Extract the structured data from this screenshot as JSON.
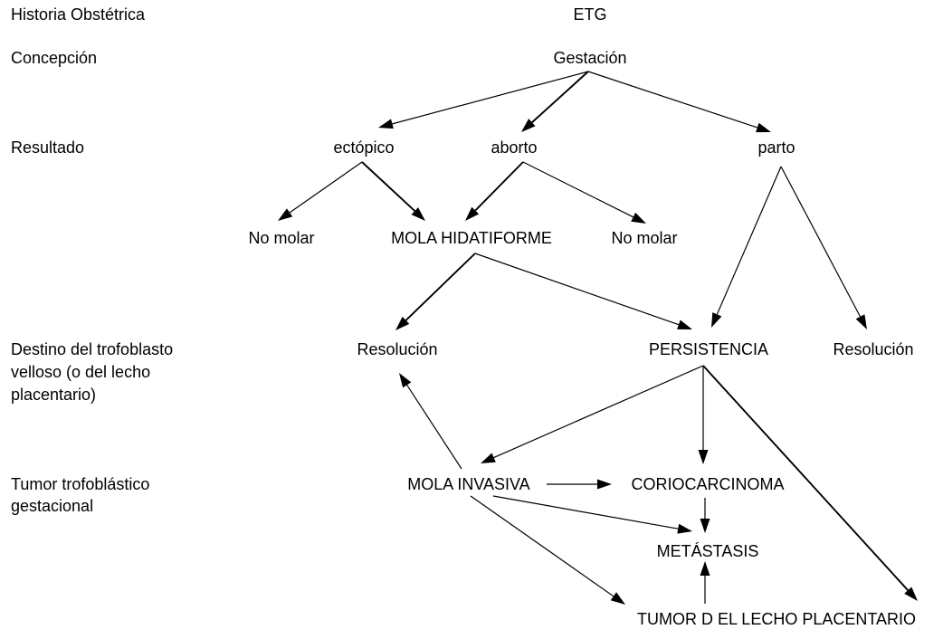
{
  "headers": {
    "left": "Historia Obstétrica",
    "right": "ETG"
  },
  "rows": {
    "concepcion": [
      "Concepción"
    ],
    "resultado": [
      "Resultado"
    ],
    "destino": [
      "Destino del trofoblasto",
      "velloso (o del lecho",
      "placentario)"
    ],
    "tumor": [
      "Tumor trofoblástico",
      "gestacional"
    ]
  },
  "nodes": {
    "gestacion": "Gestación",
    "ectopico": "ectópico",
    "aborto": "aborto",
    "parto": "parto",
    "no_molar_1": "No molar",
    "mola_hidatiforme": "MOLA HIDATIFORME",
    "no_molar_2": "No molar",
    "resolucion_1": "Resolución",
    "persistencia": "PERSISTENCIA",
    "resolucion_2": "Resolución",
    "mola_invasiva": "MOLA INVASIVA",
    "coriocarcinoma": "CORIOCARCINOMA",
    "metastasis": "METÁSTASIS",
    "tumor_lecho": "TUMOR D EL LECHO PLACENTARIO"
  },
  "edges": [
    {
      "from": "gestacion",
      "to": "ectopico"
    },
    {
      "from": "gestacion",
      "to": "aborto"
    },
    {
      "from": "gestacion",
      "to": "parto"
    },
    {
      "from": "ectopico",
      "to": "no_molar_1"
    },
    {
      "from": "ectopico",
      "to": "mola_hidatiforme"
    },
    {
      "from": "aborto",
      "to": "mola_hidatiforme"
    },
    {
      "from": "aborto",
      "to": "no_molar_2"
    },
    {
      "from": "parto",
      "to": "persistencia"
    },
    {
      "from": "parto",
      "to": "resolucion_2"
    },
    {
      "from": "mola_hidatiforme",
      "to": "resolucion_1"
    },
    {
      "from": "mola_hidatiforme",
      "to": "persistencia"
    },
    {
      "from": "persistencia",
      "to": "mola_invasiva"
    },
    {
      "from": "persistencia",
      "to": "coriocarcinoma"
    },
    {
      "from": "persistencia",
      "to": "tumor_lecho"
    },
    {
      "from": "mola_invasiva",
      "to": "resolucion_1"
    },
    {
      "from": "mola_invasiva",
      "to": "coriocarcinoma"
    },
    {
      "from": "mola_invasiva",
      "to": "metastasis"
    },
    {
      "from": "mola_invasiva",
      "to": "tumor_lecho"
    },
    {
      "from": "coriocarcinoma",
      "to": "metastasis"
    },
    {
      "from": "tumor_lecho",
      "to": "metastasis"
    }
  ]
}
